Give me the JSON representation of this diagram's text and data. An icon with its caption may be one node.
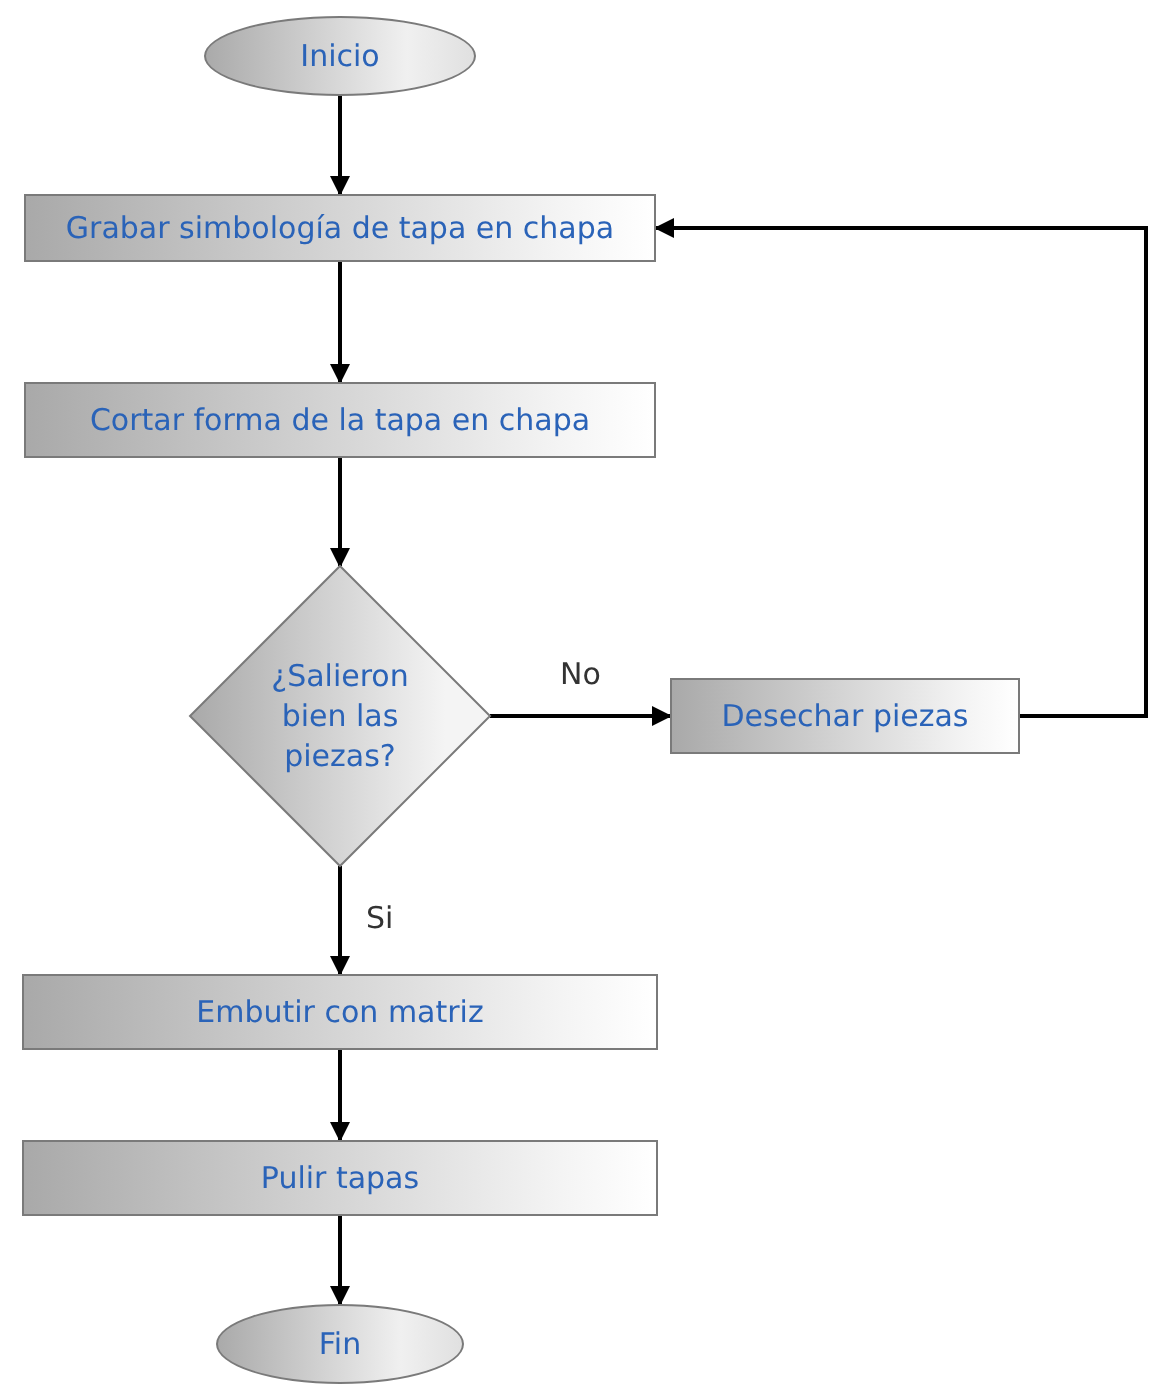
{
  "diagram": {
    "nodes": [
      {
        "text": [
          "Inicio"
        ]
      },
      {
        "text": [
          "Grabar simbología de tapa en chapa"
        ]
      },
      {
        "text": [
          "Cortar forma de la tapa en chapa"
        ]
      },
      {
        "text": [
          "¿Salieron bien las piezas?"
        ]
      },
      {
        "text": [
          "Desechar piezas"
        ]
      },
      {
        "text": [
          "Embutir con matriz"
        ]
      },
      {
        "text": [
          "Pulir tapas"
        ]
      },
      {
        "text": [
          "Fin"
        ]
      }
    ],
    "edges": [
      {
        "from": 0,
        "to": 1,
        "arrow": "to"
      },
      {
        "from": 1,
        "to": 2,
        "arrow": "to"
      },
      {
        "from": 2,
        "to": 3,
        "arrow": "to"
      },
      {
        "from": 3,
        "to": 4,
        "arrow": "to",
        "label": "No"
      },
      {
        "from": 3,
        "to": 5,
        "arrow": "to",
        "label": "Si"
      },
      {
        "from": 5,
        "to": 6,
        "arrow": "to"
      },
      {
        "from": 6,
        "to": 7,
        "arrow": "to"
      },
      {
        "from": 4,
        "to": 1,
        "arrow": "to"
      }
    ]
  }
}
